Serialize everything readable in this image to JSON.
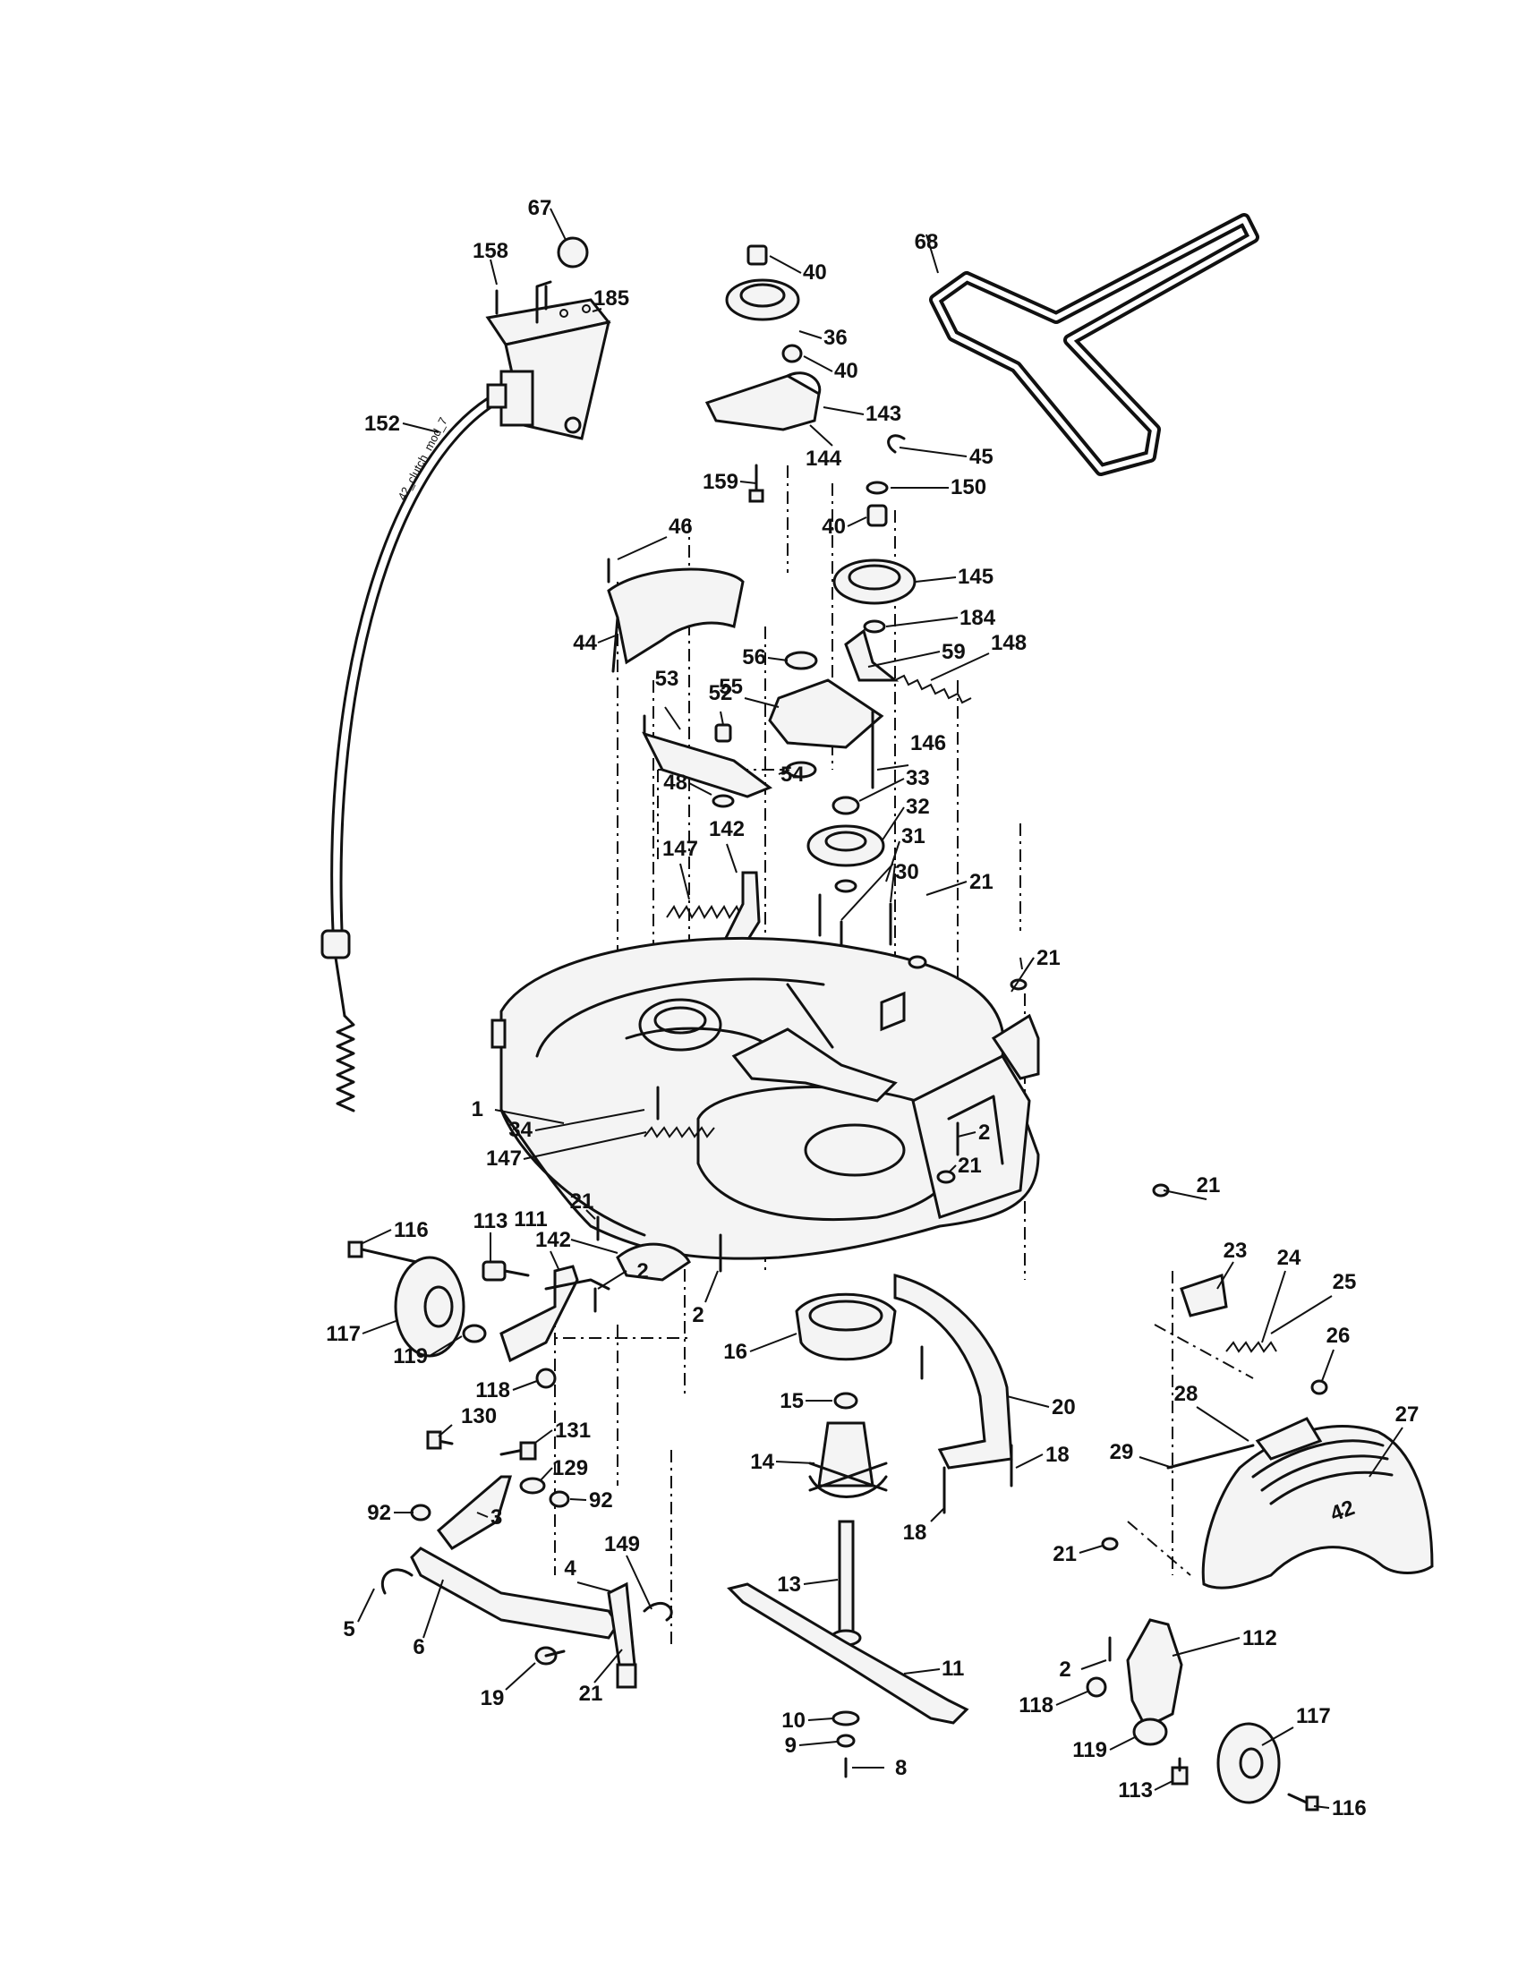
{
  "diagram": {
    "cable_label": "42_clutch_mod_7",
    "deck_logo": "42",
    "callouts": [
      {
        "id": "c67",
        "text": "67"
      },
      {
        "id": "c158",
        "text": "158"
      },
      {
        "id": "c185",
        "text": "185"
      },
      {
        "id": "c152",
        "text": "152"
      },
      {
        "id": "c40a",
        "text": "40"
      },
      {
        "id": "c36",
        "text": "36"
      },
      {
        "id": "c40b",
        "text": "40"
      },
      {
        "id": "c143",
        "text": "143"
      },
      {
        "id": "c144",
        "text": "144"
      },
      {
        "id": "c159",
        "text": "159"
      },
      {
        "id": "c68",
        "text": "68"
      },
      {
        "id": "c45",
        "text": "45"
      },
      {
        "id": "c150",
        "text": "150"
      },
      {
        "id": "c40c",
        "text": "40"
      },
      {
        "id": "c46",
        "text": "46"
      },
      {
        "id": "c44",
        "text": "44"
      },
      {
        "id": "c145",
        "text": "145"
      },
      {
        "id": "c184",
        "text": "184"
      },
      {
        "id": "c56",
        "text": "56"
      },
      {
        "id": "c59",
        "text": "59"
      },
      {
        "id": "c148",
        "text": "148"
      },
      {
        "id": "c53",
        "text": "53"
      },
      {
        "id": "c52",
        "text": "52"
      },
      {
        "id": "c55",
        "text": "55"
      },
      {
        "id": "c146",
        "text": "146"
      },
      {
        "id": "c48",
        "text": "48"
      },
      {
        "id": "c54",
        "text": "54"
      },
      {
        "id": "c33",
        "text": "33"
      },
      {
        "id": "c32",
        "text": "32"
      },
      {
        "id": "c147a",
        "text": "147"
      },
      {
        "id": "c142a",
        "text": "142"
      },
      {
        "id": "c31",
        "text": "31"
      },
      {
        "id": "c30",
        "text": "30"
      },
      {
        "id": "c21a",
        "text": "21"
      },
      {
        "id": "c21b",
        "text": "21"
      },
      {
        "id": "c1",
        "text": "1"
      },
      {
        "id": "c34",
        "text": "34"
      },
      {
        "id": "c147b",
        "text": "147"
      },
      {
        "id": "c2a",
        "text": "2"
      },
      {
        "id": "c21c",
        "text": "21"
      },
      {
        "id": "c116a",
        "text": "116"
      },
      {
        "id": "c113a",
        "text": "113"
      },
      {
        "id": "c111",
        "text": "111"
      },
      {
        "id": "c21d",
        "text": "21"
      },
      {
        "id": "c142b",
        "text": "142"
      },
      {
        "id": "c2b",
        "text": "2"
      },
      {
        "id": "c2c",
        "text": "2"
      },
      {
        "id": "c117a",
        "text": "117"
      },
      {
        "id": "c119a",
        "text": "119"
      },
      {
        "id": "c118a",
        "text": "118"
      },
      {
        "id": "c16",
        "text": "16"
      },
      {
        "id": "c15",
        "text": "15"
      },
      {
        "id": "c14",
        "text": "14"
      },
      {
        "id": "c20",
        "text": "20"
      },
      {
        "id": "c18a",
        "text": "18"
      },
      {
        "id": "c18b",
        "text": "18"
      },
      {
        "id": "c130",
        "text": "130"
      },
      {
        "id": "c131",
        "text": "131"
      },
      {
        "id": "c129",
        "text": "129"
      },
      {
        "id": "c92a",
        "text": "92"
      },
      {
        "id": "c92b",
        "text": "92"
      },
      {
        "id": "c3",
        "text": "3"
      },
      {
        "id": "c4",
        "text": "4"
      },
      {
        "id": "c149",
        "text": "149"
      },
      {
        "id": "c5",
        "text": "5"
      },
      {
        "id": "c6",
        "text": "6"
      },
      {
        "id": "c19",
        "text": "19"
      },
      {
        "id": "c21e",
        "text": "21"
      },
      {
        "id": "c13",
        "text": "13"
      },
      {
        "id": "c11",
        "text": "11"
      },
      {
        "id": "c10",
        "text": "10"
      },
      {
        "id": "c9",
        "text": "9"
      },
      {
        "id": "c8",
        "text": "8"
      },
      {
        "id": "c21f",
        "text": "21"
      },
      {
        "id": "c23",
        "text": "23"
      },
      {
        "id": "c24",
        "text": "24"
      },
      {
        "id": "c25",
        "text": "25"
      },
      {
        "id": "c26",
        "text": "26"
      },
      {
        "id": "c28",
        "text": "28"
      },
      {
        "id": "c27",
        "text": "27"
      },
      {
        "id": "c29",
        "text": "29"
      },
      {
        "id": "c21g",
        "text": "21"
      },
      {
        "id": "c2d",
        "text": "2"
      },
      {
        "id": "c112",
        "text": "112"
      },
      {
        "id": "c118b",
        "text": "118"
      },
      {
        "id": "c119b",
        "text": "119"
      },
      {
        "id": "c117b",
        "text": "117"
      },
      {
        "id": "c113b",
        "text": "113"
      },
      {
        "id": "c116b",
        "text": "116"
      }
    ]
  }
}
